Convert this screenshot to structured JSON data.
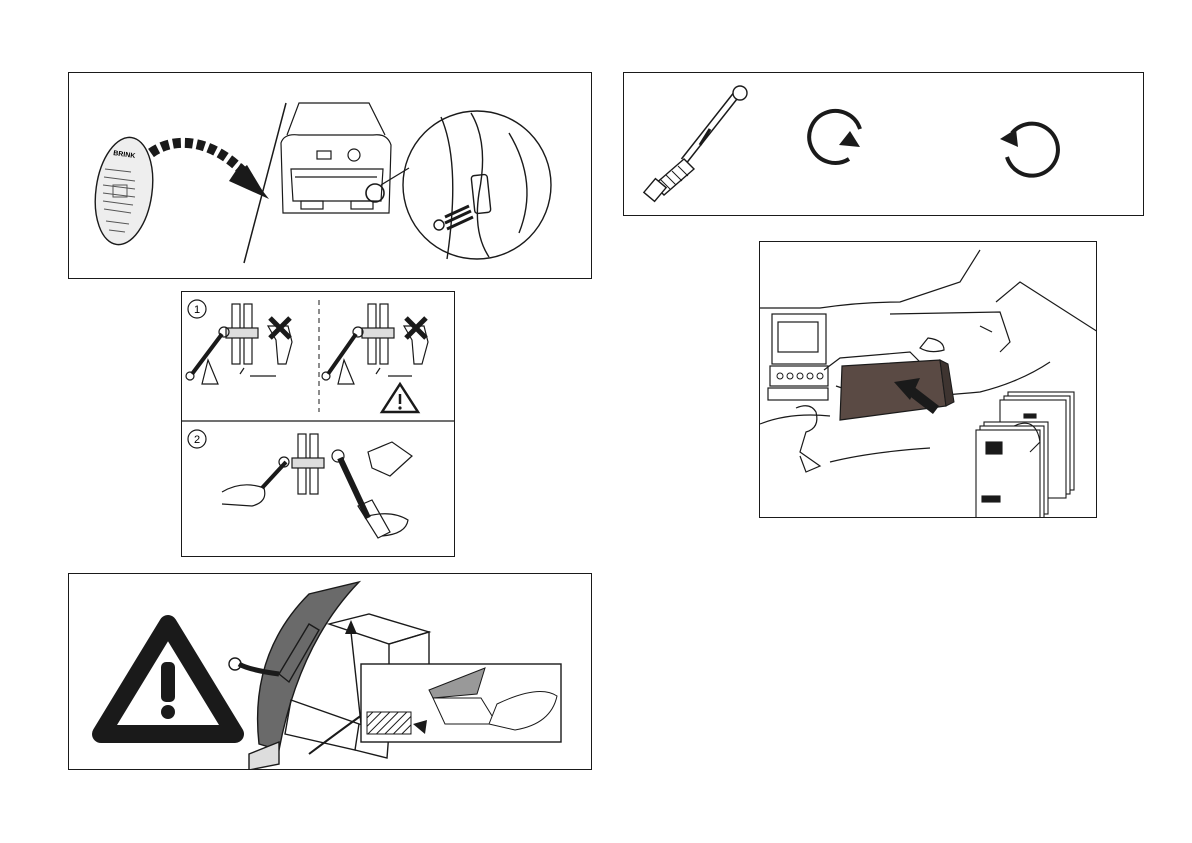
{
  "panels": {
    "label_location": {
      "brand": "BRINK"
    },
    "torque_tool": {},
    "torque_procedure": {
      "step_1": "1",
      "step_2": "2"
    },
    "paint_warning": {},
    "documentation": {}
  },
  "colors": {
    "ink": "#1a1a1a",
    "glovebox": "#5a4a44",
    "paint_swatch": "#8a8a8a"
  }
}
